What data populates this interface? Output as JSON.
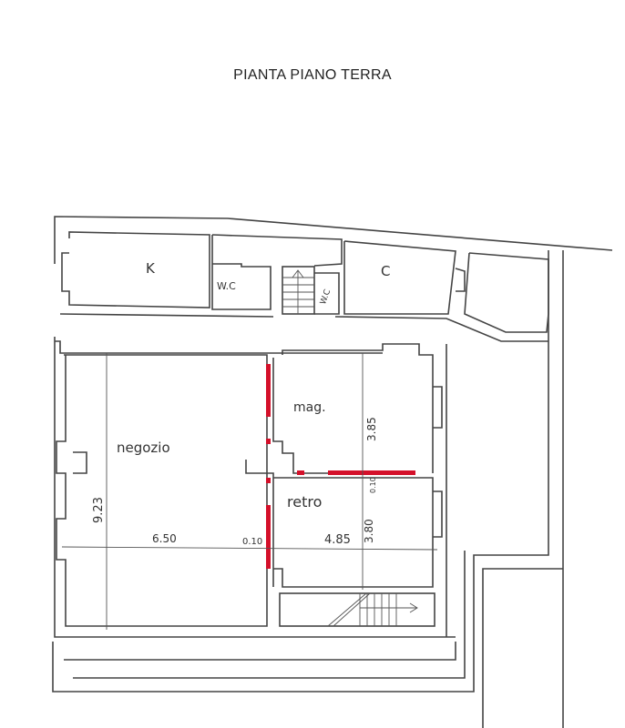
{
  "title": "PIANTA PIANO TERRA",
  "rooms": {
    "k": "K",
    "wc1": "W.C",
    "wc2": "W.C",
    "c": "C",
    "negozio": "negozio",
    "mag": "mag.",
    "retro": "retro"
  },
  "dimensions": {
    "negozio_depth": "9.23",
    "negozio_width": "6.50",
    "wall_thickness_1": "0.10",
    "retro_width": "4.85",
    "mag_depth": "3.85",
    "wall_thickness_2": "0.10",
    "retro_depth": "3.80"
  },
  "colors": {
    "new_walls": "#d4102a",
    "lines": "#444444"
  }
}
